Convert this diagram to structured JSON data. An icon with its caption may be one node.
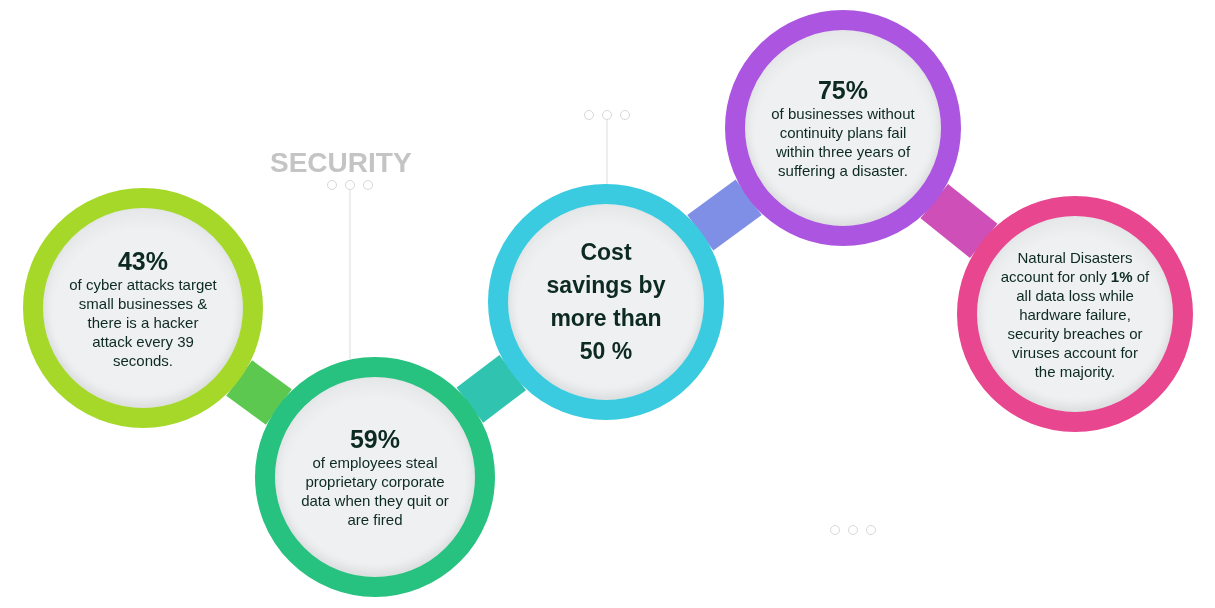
{
  "diagram": {
    "nodes": [
      {
        "text": [
          "43%",
          "of cyber attacks target small businesses & there is a hacker attack every 39 seconds."
        ]
      },
      {
        "text": [
          "59%",
          "of employees steal proprietary corporate data when they quit or are fired"
        ]
      },
      {
        "text": [
          "Cost savings by more than 50 %"
        ]
      },
      {
        "text": [
          "75%",
          "of businesses without continuity plans fail within three years of suffering a disaster."
        ]
      },
      {
        "text": [
          "Natural Disasters account for only **1%** of all data loss while hardware failure, security breaches or viruses account for the majority."
        ]
      }
    ],
    "edges": [
      {
        "from": 0,
        "to": 1,
        "arrow": "none",
        "color": "#5cc84f"
      },
      {
        "from": 1,
        "to": 2,
        "arrow": "none",
        "color": "#30c4b0"
      },
      {
        "from": 2,
        "to": 3,
        "arrow": "none",
        "color": "#7f8fe6"
      },
      {
        "from": 3,
        "to": 4,
        "arrow": "none",
        "color": "#cf4fb8"
      }
    ],
    "labels": [
      "SECURITY"
    ]
  }
}
